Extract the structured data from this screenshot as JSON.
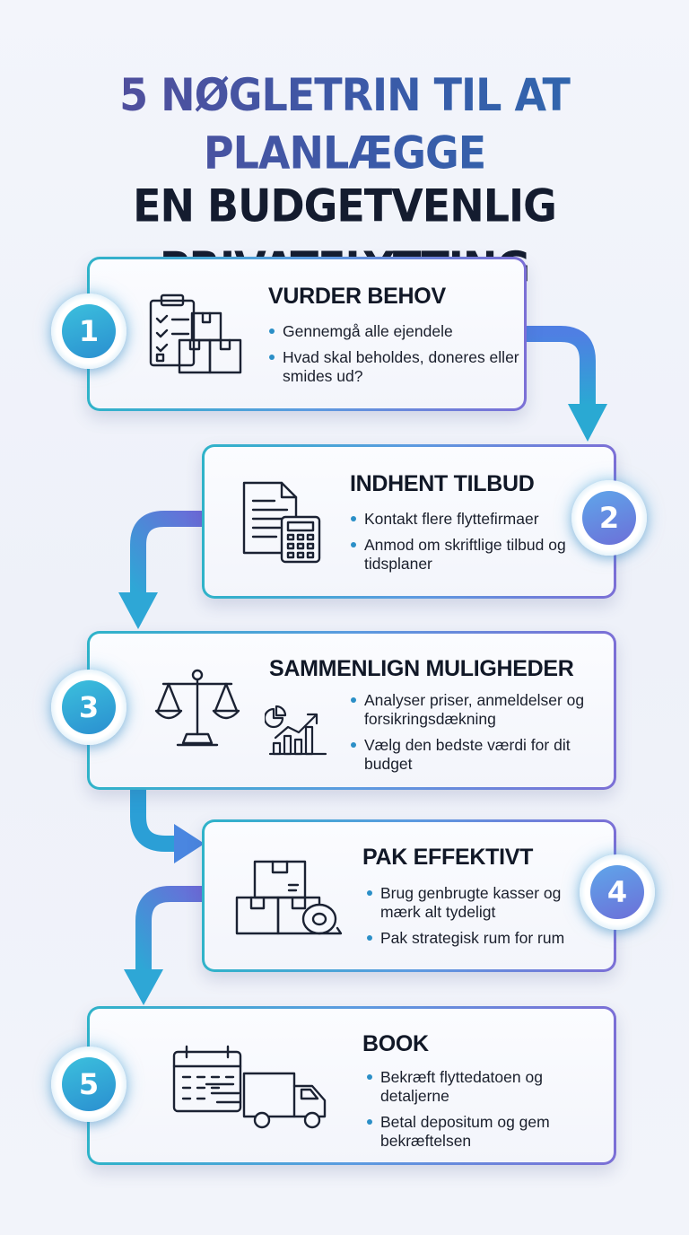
{
  "title": {
    "line1": "5 NØGLETRIN TIL AT PLANLÆGGE",
    "line2": "EN BUDGETVENLIG PRIVATFLYTTING"
  },
  "steps": [
    {
      "number": "1",
      "title": "VURDER BEHOV",
      "icon": "clipboard-boxes-icon",
      "bullets": [
        "Gennemgå alle ejendele",
        "Hvad skal beholdes, doneres eller smides ud?"
      ]
    },
    {
      "number": "2",
      "title": "INDHENT TILBUD",
      "icon": "document-calculator-icon",
      "bullets": [
        "Kontakt flere flyttefirmaer",
        "Anmod om skriftlige tilbud og tidsplaner"
      ]
    },
    {
      "number": "3",
      "title": "SAMMENLIGN MULIGHEDER",
      "icon": "scale-chart-icon",
      "bullets": [
        "Analyser priser, anmeldelser og forsikringsdækning",
        "Vælg den bedste værdi for dit budget"
      ]
    },
    {
      "number": "4",
      "title": "PAK EFFEKTIVT",
      "icon": "boxes-tape-icon",
      "bullets": [
        "Brug genbrugte kasser og mærk alt tydeligt",
        "Pak strategisk rum for rum"
      ]
    },
    {
      "number": "5",
      "title": "BOOK",
      "icon": "calendar-truck-icon",
      "bullets": [
        "Bekræft flyttedatoen og detaljerne",
        "Betal depositum og gem bekræftelsen"
      ]
    }
  ],
  "colors": {
    "teal": "#2fb3c9",
    "blue": "#4d8fe0",
    "purple": "#7b6fd6",
    "title_dark": "#141c2f"
  }
}
